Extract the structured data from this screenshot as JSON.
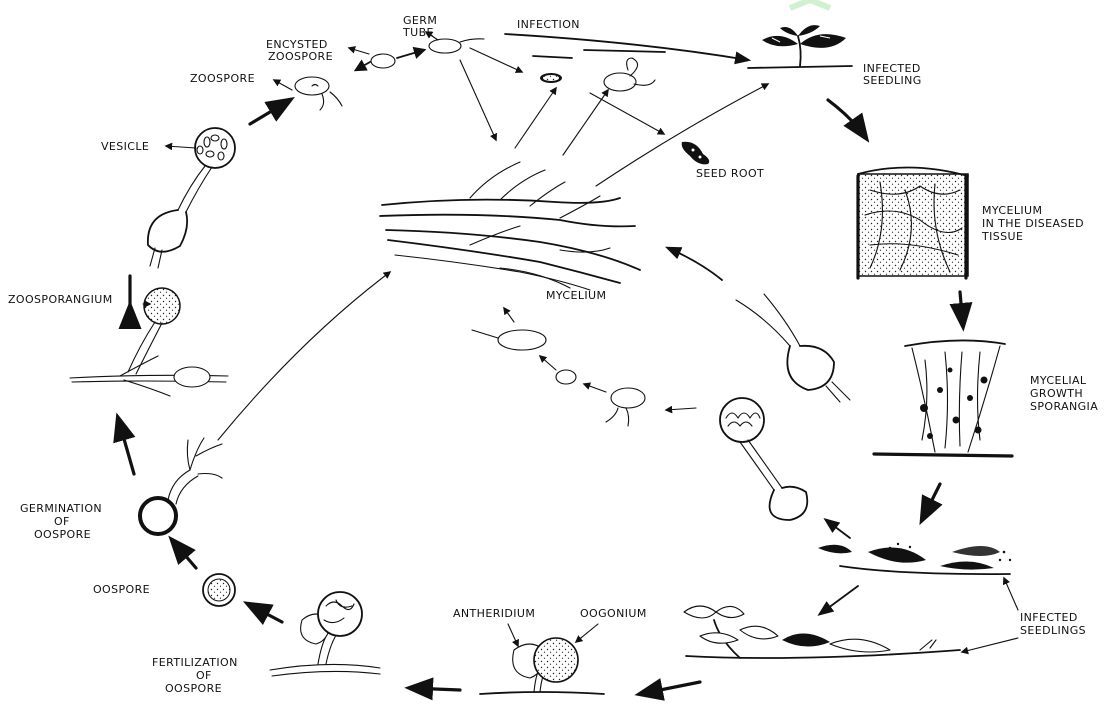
{
  "labels": {
    "germ_tube": [
      "GERM",
      "TUBE"
    ],
    "infection": "INFECTION",
    "encysted_zoospore": [
      "ENCYSTED",
      "ZOOSPORE"
    ],
    "zoospore": "ZOOSPORE",
    "vesicle": "VESICLE",
    "infected_seedling": [
      "INFECTED",
      "SEEDLING"
    ],
    "seed_root": "SEED ROOT",
    "mycelium_diseased_tissue": [
      "MYCELIUM",
      "IN THE DISEASED",
      "TISSUE"
    ],
    "mycelium": "MYCELIUM",
    "mycelial_growth_sporangia": [
      "MYCELIAL",
      "GROWTH",
      "SPORANGIA"
    ],
    "zoosporangium": "ZOOSPORANGIUM",
    "germination_of_oospore": [
      "GERMINATION",
      "OF",
      "OOSPORE"
    ],
    "oospore": "OOSPORE",
    "fertilization_of_oospore": [
      "FERTILIZATION",
      "OF",
      "OOSPORE"
    ],
    "antheridium": "ANTHERIDIUM",
    "oogonium": "OOGONIUM",
    "infected_seedlings": [
      "INFECTED",
      "SEEDLINGS"
    ]
  },
  "icons": [
    "plant-seedling-icon",
    "seed-root-icon",
    "diseased-tissue-icon",
    "sporangia-growth-icon",
    "infected-seedlings-icon",
    "mycelium-network-icon"
  ],
  "colors": {
    "ink": "#111111",
    "paper": "#ffffff",
    "watermark": "#3aa63a"
  }
}
